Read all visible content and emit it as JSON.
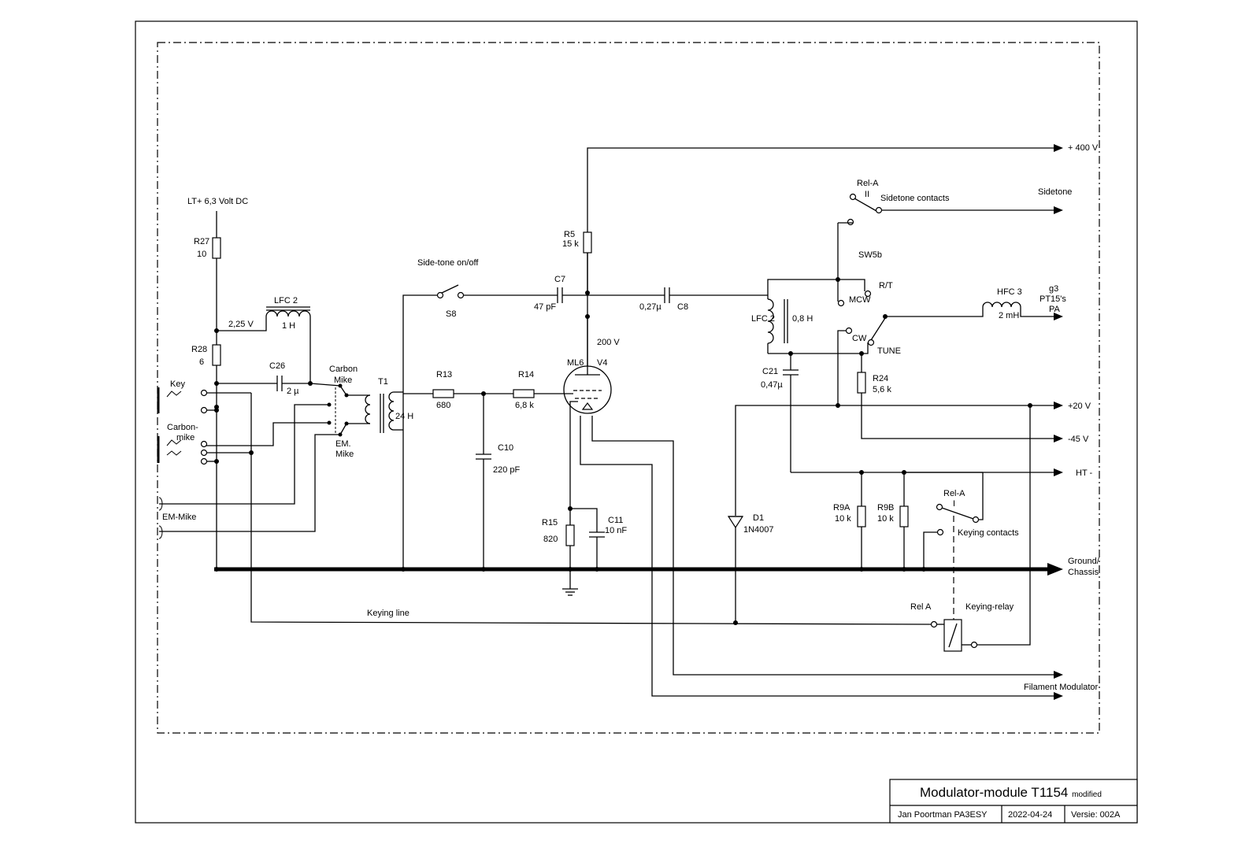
{
  "labels": {
    "plus400": "+ 400 V",
    "sidetone": "Sidetone",
    "rela_top": "Rel-A",
    "rela_top_num": "II",
    "sidetone_contacts": "Sidetone contacts",
    "sw5b": "SW5b",
    "rt": "R/T",
    "mcw": "MCW",
    "cw": "CW",
    "tune": "TUNE",
    "hfc3": "HFC 3",
    "hfc3_val": "2 mH",
    "g3": "g3",
    "pt15": "PT15's",
    "pa": "PA",
    "r24": "R24",
    "r24_val": "5,6 k",
    "plus20": "+20 V",
    "minus45": "-45 V",
    "ht": "HT -",
    "r9a": "R9A",
    "r9a_val": "10 k",
    "r9b": "R9B",
    "r9b_val": "10 k",
    "rela_bot": "Rel-A",
    "rela_bot_num": "I",
    "keying_contacts": "Keying contacts",
    "ground": "Ground/",
    "chassis": "Chassis",
    "rel_a": "Rel A",
    "keying_relay": "Keying-relay",
    "filament": "Filament Modulator",
    "keying_line": "Keying line",
    "lt": "LT+ 6,3 Volt DC",
    "r27": "R27",
    "r27_val": "10",
    "lfc2a": "LFC 2",
    "lfc2a_val": "1 H",
    "v225": "2,25 V",
    "r28": "R28",
    "r28_val": "6",
    "c26": "C26",
    "c26_val": "2 µ",
    "carbon_mike_sw1": "Carbon",
    "carbon_mike_sw2": "Mike",
    "em_mike_sw1": "EM.",
    "em_mike_sw2": "Mike",
    "key": "Key",
    "carbon_jack1": "Carbon-",
    "carbon_jack2": "mike",
    "em_jack": "EM-Mike",
    "t1": "T1",
    "t1_val": "24 H",
    "r13": "R13",
    "r13_val": "680",
    "r14": "R14",
    "r14_val": "6,8 k",
    "c10": "C10",
    "c10_val": "220 pF",
    "sidetone_sw": "Side-tone on/off",
    "s8": "S8",
    "c7": "C7",
    "c7_val": "47 pF",
    "r5": "R5",
    "r5_val": "15 k",
    "c8": "C8",
    "c8_val": "0,27µ",
    "ml6": "ML6",
    "v4": "V4",
    "v200": "200 V",
    "lfc2b": "LFC 2",
    "lfc2b_val": "0,8 H",
    "c21": "C21",
    "c21_val": "0,47µ",
    "r15": "R15",
    "r15_val": "820",
    "c11": "C11",
    "c11_val": "10 nF",
    "d1": "D1",
    "d1_val": "1N4007"
  },
  "title_block": {
    "title": "Modulator-module T1154",
    "title_suffix": "modified",
    "author": "Jan Poortman PA3ESY",
    "date": "2022-04-24",
    "version": "Versie: 002A"
  }
}
